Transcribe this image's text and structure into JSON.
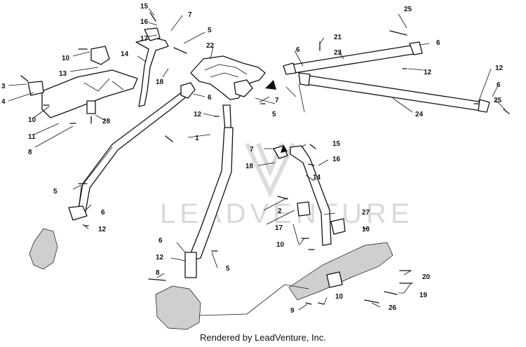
{
  "watermark": {
    "brand": "LEADVENTURE"
  },
  "footer": {
    "credit": "Rendered by LeadVenture, Inc."
  },
  "callouts": [
    {
      "label": "15"
    },
    {
      "label": "16"
    },
    {
      "label": "17"
    },
    {
      "label": "7"
    },
    {
      "label": "5"
    },
    {
      "label": "10"
    },
    {
      "label": "13"
    },
    {
      "label": "14"
    },
    {
      "label": "22"
    },
    {
      "label": "18"
    },
    {
      "label": "3"
    },
    {
      "label": "4"
    },
    {
      "label": "10"
    },
    {
      "label": "11"
    },
    {
      "label": "28"
    },
    {
      "label": "8"
    },
    {
      "label": "6"
    },
    {
      "label": "7"
    },
    {
      "label": "12"
    },
    {
      "label": "5"
    },
    {
      "label": "1"
    },
    {
      "label": "21"
    },
    {
      "label": "23"
    },
    {
      "label": "6"
    },
    {
      "label": "25"
    },
    {
      "label": "6"
    },
    {
      "label": "12"
    },
    {
      "label": "12"
    },
    {
      "label": "6"
    },
    {
      "label": "25"
    },
    {
      "label": "24"
    },
    {
      "label": "7"
    },
    {
      "label": "15"
    },
    {
      "label": "16"
    },
    {
      "label": "18"
    },
    {
      "label": "14"
    },
    {
      "label": "5"
    },
    {
      "label": "6"
    },
    {
      "label": "12"
    },
    {
      "label": "2"
    },
    {
      "label": "27"
    },
    {
      "label": "17"
    },
    {
      "label": "10"
    },
    {
      "label": "10"
    },
    {
      "label": "6"
    },
    {
      "label": "12"
    },
    {
      "label": "5"
    },
    {
      "label": "8"
    },
    {
      "label": "20"
    },
    {
      "label": "19"
    },
    {
      "label": "10"
    },
    {
      "label": "9"
    },
    {
      "label": "26"
    }
  ]
}
